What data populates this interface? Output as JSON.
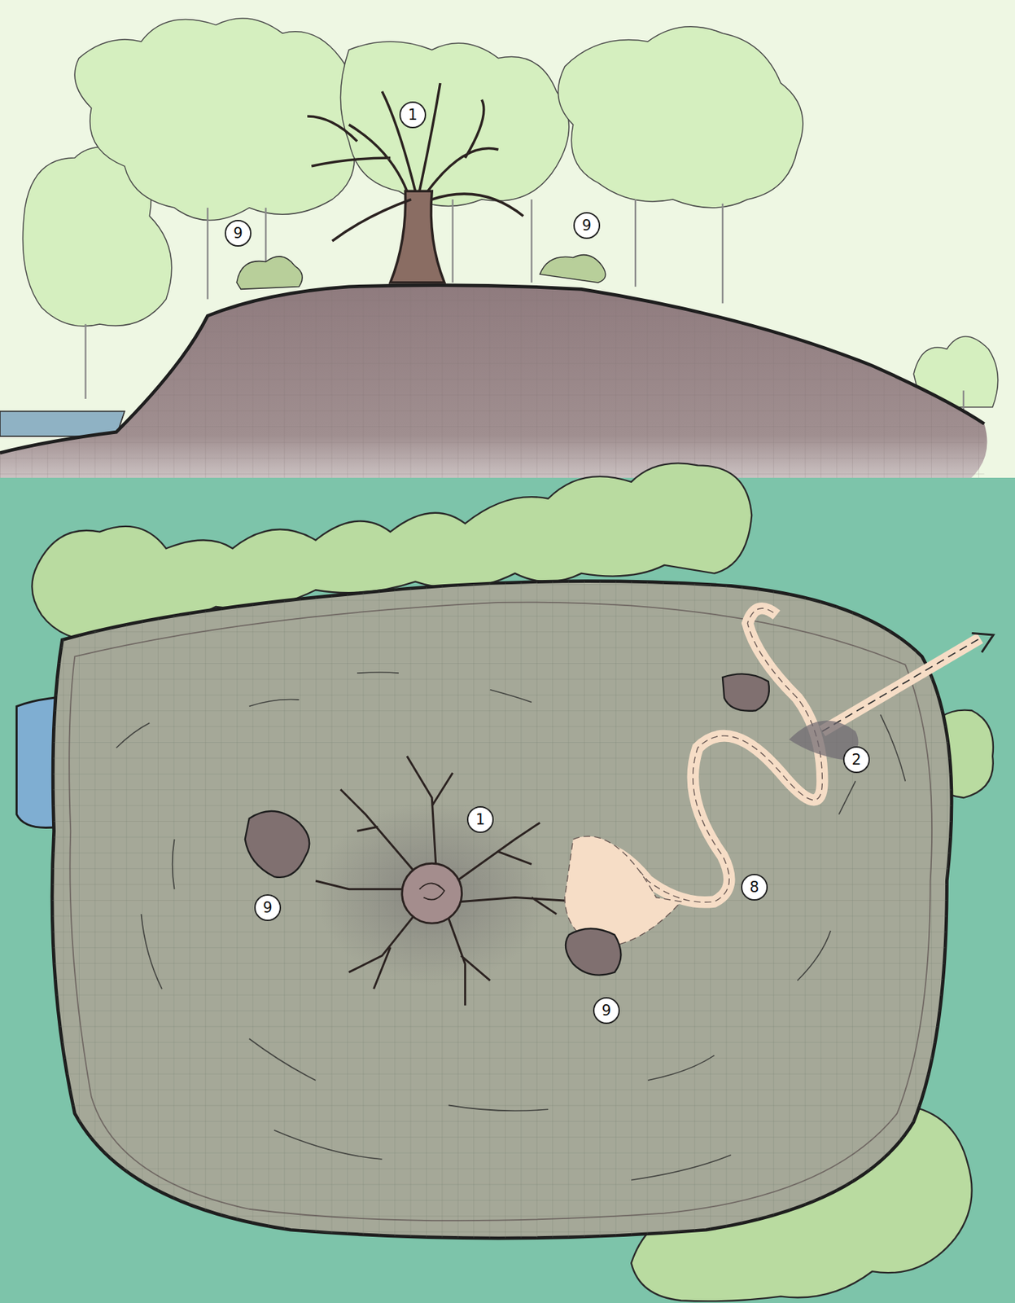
{
  "diagram": {
    "labels": [
      "1",
      "9",
      "9",
      "2",
      "1",
      "8",
      "9",
      "9"
    ]
  }
}
